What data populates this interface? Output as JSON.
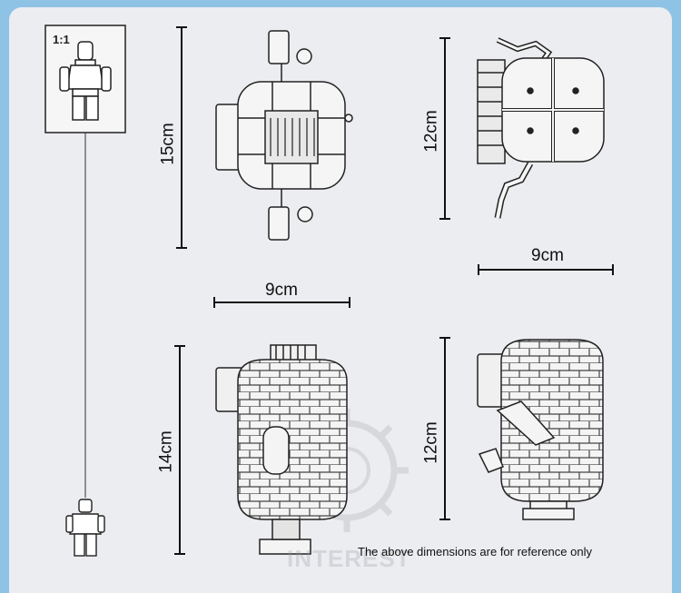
{
  "scale_label": "1:1",
  "dimensions": {
    "front_height": "15cm",
    "front_width": "9cm",
    "top_height": "12cm",
    "top_width": "9cm",
    "side_height": "14cm",
    "back_height": "12cm"
  },
  "note": "The above dimensions are for reference only",
  "watermark": "INTEREST"
}
